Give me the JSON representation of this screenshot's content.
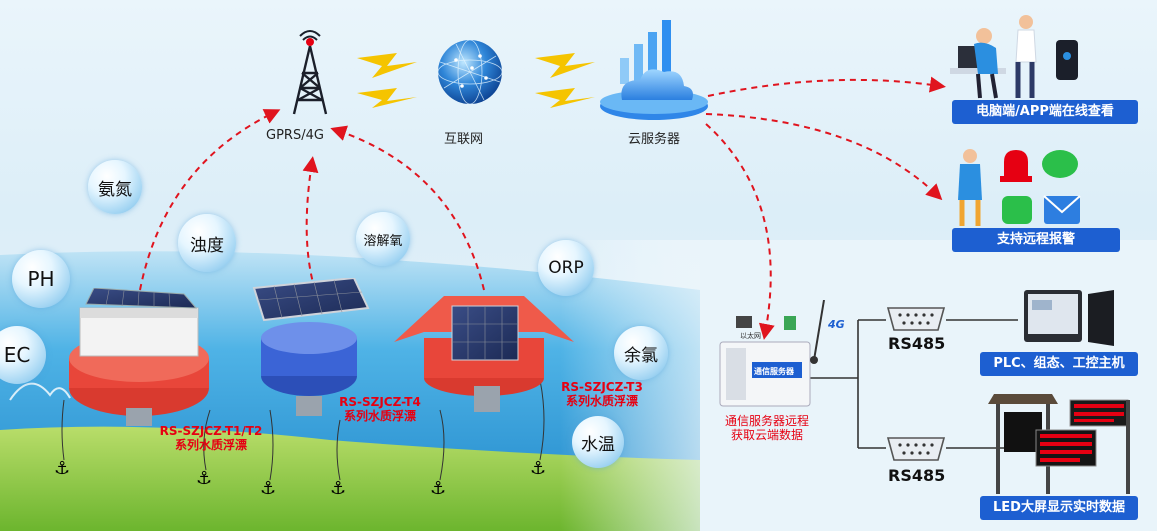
{
  "network": {
    "gprs_label": "GPRS/4G",
    "internet_label": "互联网",
    "cloud_label": "云服务器"
  },
  "params": {
    "ammonia": "氨氮",
    "turbidity": "浊度",
    "dissolved_oxygen": "溶解氧",
    "orp": "ORP",
    "ph": "PH",
    "ec": "EC",
    "residual_chlorine": "余氯",
    "water_temp": "水温"
  },
  "buoys": {
    "t1t2": [
      "RS-SZJCZ-T1/T2",
      "系列水质浮漂"
    ],
    "t4": [
      "RS-SZJCZ-T4",
      "系列水质浮漂"
    ],
    "t3": [
      "RS-SZJCZ-T3",
      "系列水质浮漂"
    ]
  },
  "right": {
    "online_view": "电脑端/APP端在线查看",
    "remote_alarm": "支持远程报警",
    "comm_server": [
      "通信服务器远程",
      "获取云端数据"
    ],
    "rs485_a": "RS485",
    "rs485_b": "RS485",
    "plc": "PLC、组态、工控主机",
    "led": "LED大屏显示实时数据",
    "tag_4g": "4G",
    "device_label": "通信服务器",
    "tiny_ethernet": "以太网"
  },
  "colors": {
    "accent_blue": "#1d5fd1",
    "red_text": "#e60012",
    "dashed_red": "#e0141e"
  }
}
